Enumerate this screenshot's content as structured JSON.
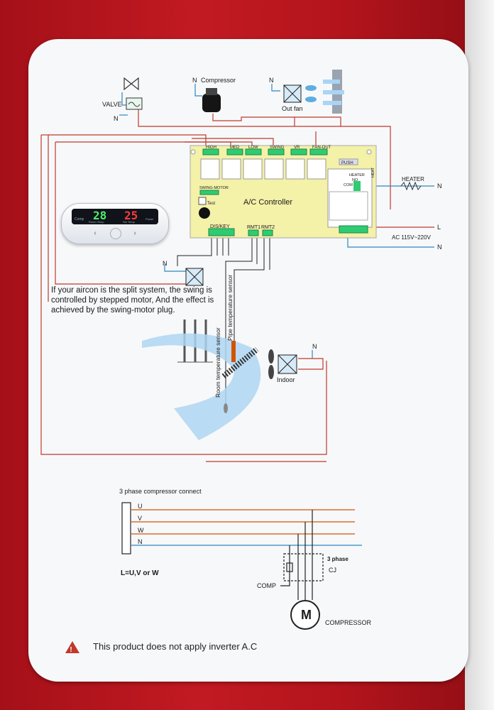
{
  "labels": {
    "valve": "VALVE",
    "compressor": "Compressor",
    "out_fan": "Out fan",
    "n": "N",
    "l": "L",
    "relay_high": "HIGH",
    "relay_med": "MED",
    "relay_low": "LOW",
    "relay_swing": "SWING",
    "relay_vr": "VR",
    "relay_fan_out": "FAN-OUT",
    "push": "PUSH",
    "heater_block": "HEATER",
    "no": "NO",
    "com": "COM",
    "heat": "HEAT",
    "swing_motor": "SWING-MOTOR",
    "test": "Test",
    "controller": "A/C Controller",
    "dis_key": "DIS/KEY",
    "rmt1": "RMT1",
    "rmt2": "RMT2",
    "heater": "HEATER",
    "ac_voltage": "AC 115V~220V",
    "room_sensor": "Room temperature sensor",
    "pipe_sensor": "Pipe temperature sensor",
    "indoor": "Indoor",
    "three_phase_title": "3 phase compressor connect",
    "u": "U",
    "v": "V",
    "w": "W",
    "l_formula": "L=U,V or W",
    "three_phase": "3 phase",
    "cj": "CJ",
    "comp": "COMP",
    "motor": "M",
    "compressor_caps": "COMPRESSOR"
  },
  "display": {
    "room_temp": "28",
    "set_temp": "25",
    "comp": "Comp",
    "room_label": "Room Temp",
    "set_label": "Set Temp",
    "power": "Power"
  },
  "note": "If your aircon is the split system, the swing is controlled by stepped motor, And the effect is achieved by the swing-motor plug.",
  "warning": "This product does not apply inverter A.C",
  "colors": {
    "wire_red": "#c0392b",
    "wire_blue": "#2e86c1",
    "wire_black": "#222222",
    "wire_orange": "#d35400",
    "board": "#f4f1a8",
    "box_red": "#b3141c"
  }
}
